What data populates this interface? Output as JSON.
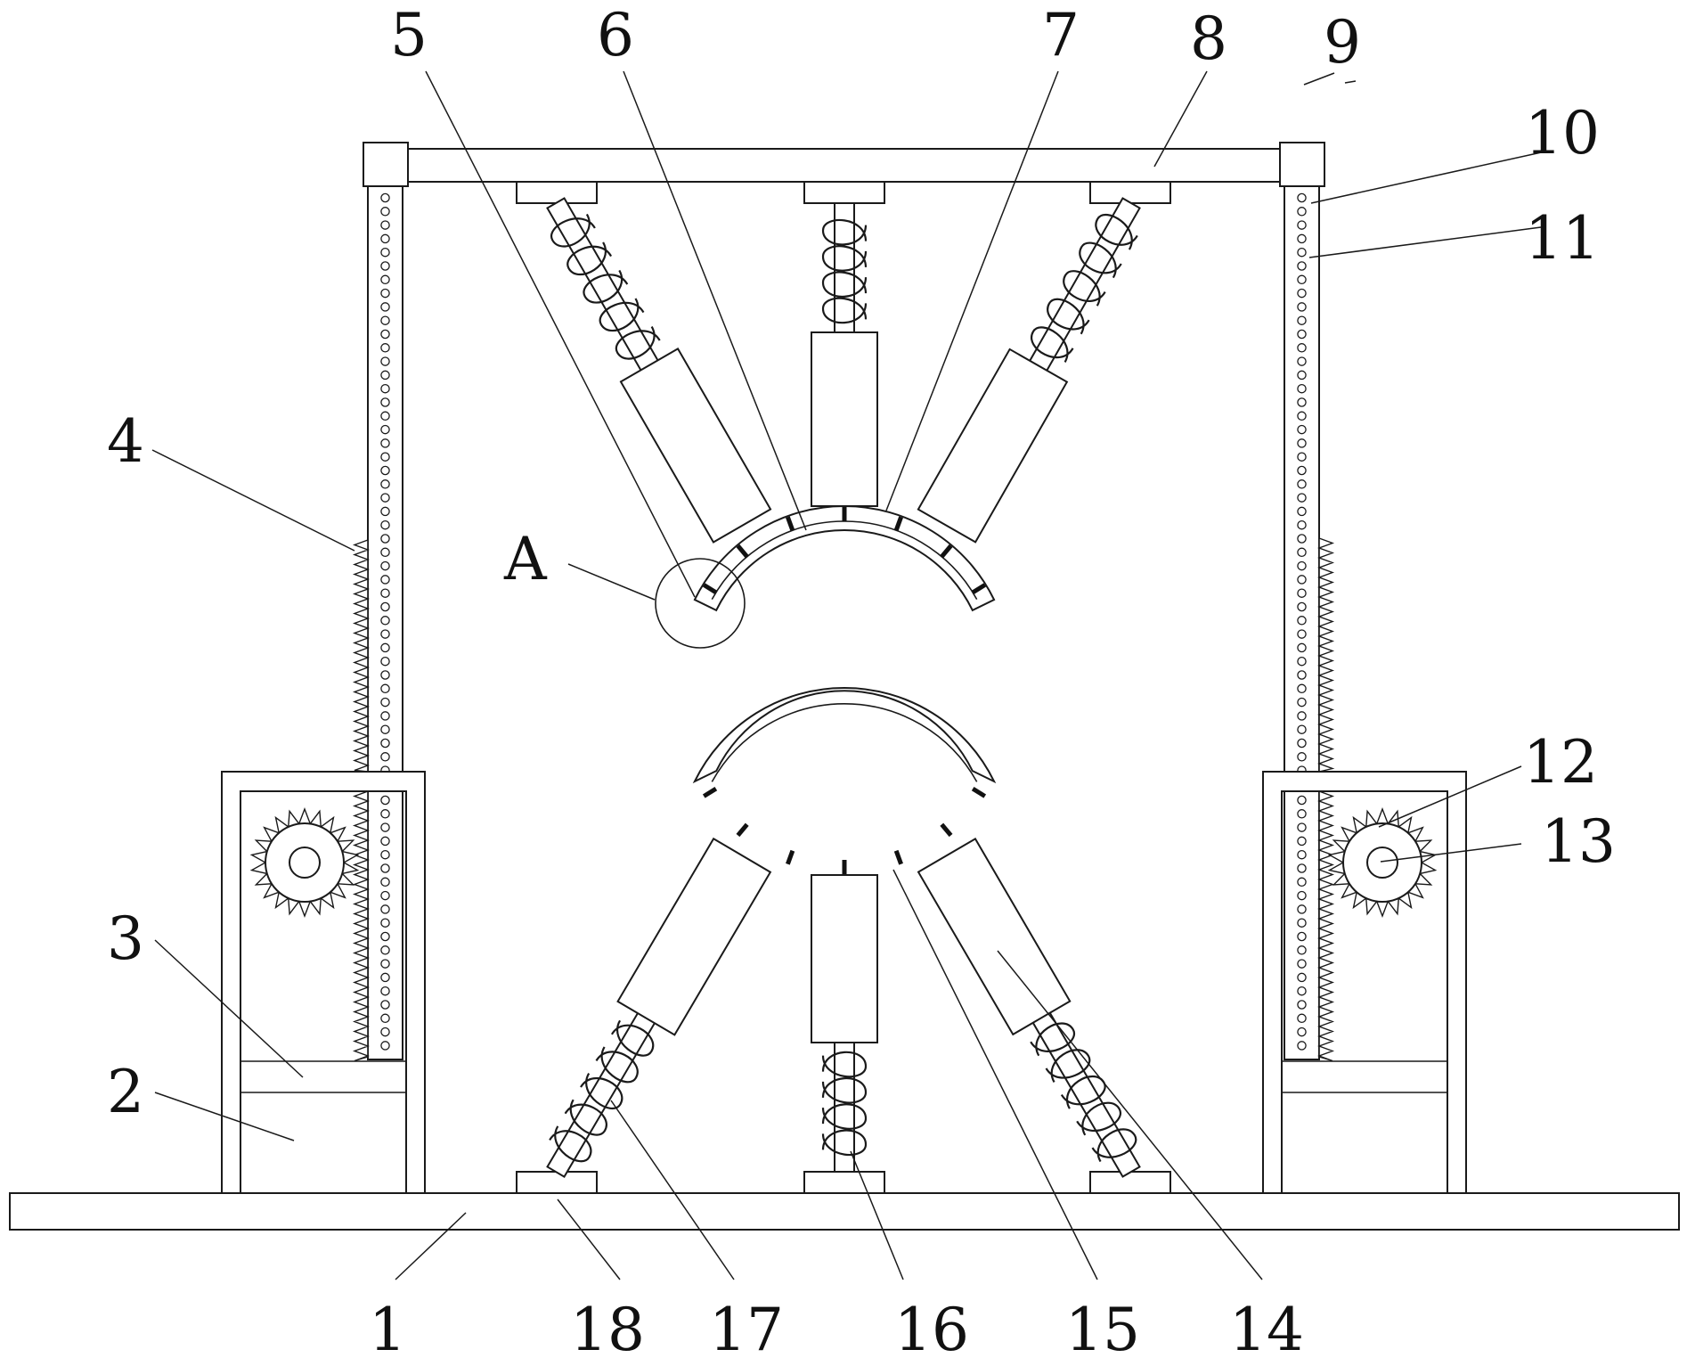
{
  "diagram": {
    "part_numbers": [
      "1",
      "2",
      "3",
      "4",
      "5",
      "6",
      "7",
      "8",
      "9",
      "10",
      "11",
      "12",
      "13",
      "14",
      "15",
      "16",
      "17",
      "18"
    ],
    "detail_label": "A"
  }
}
